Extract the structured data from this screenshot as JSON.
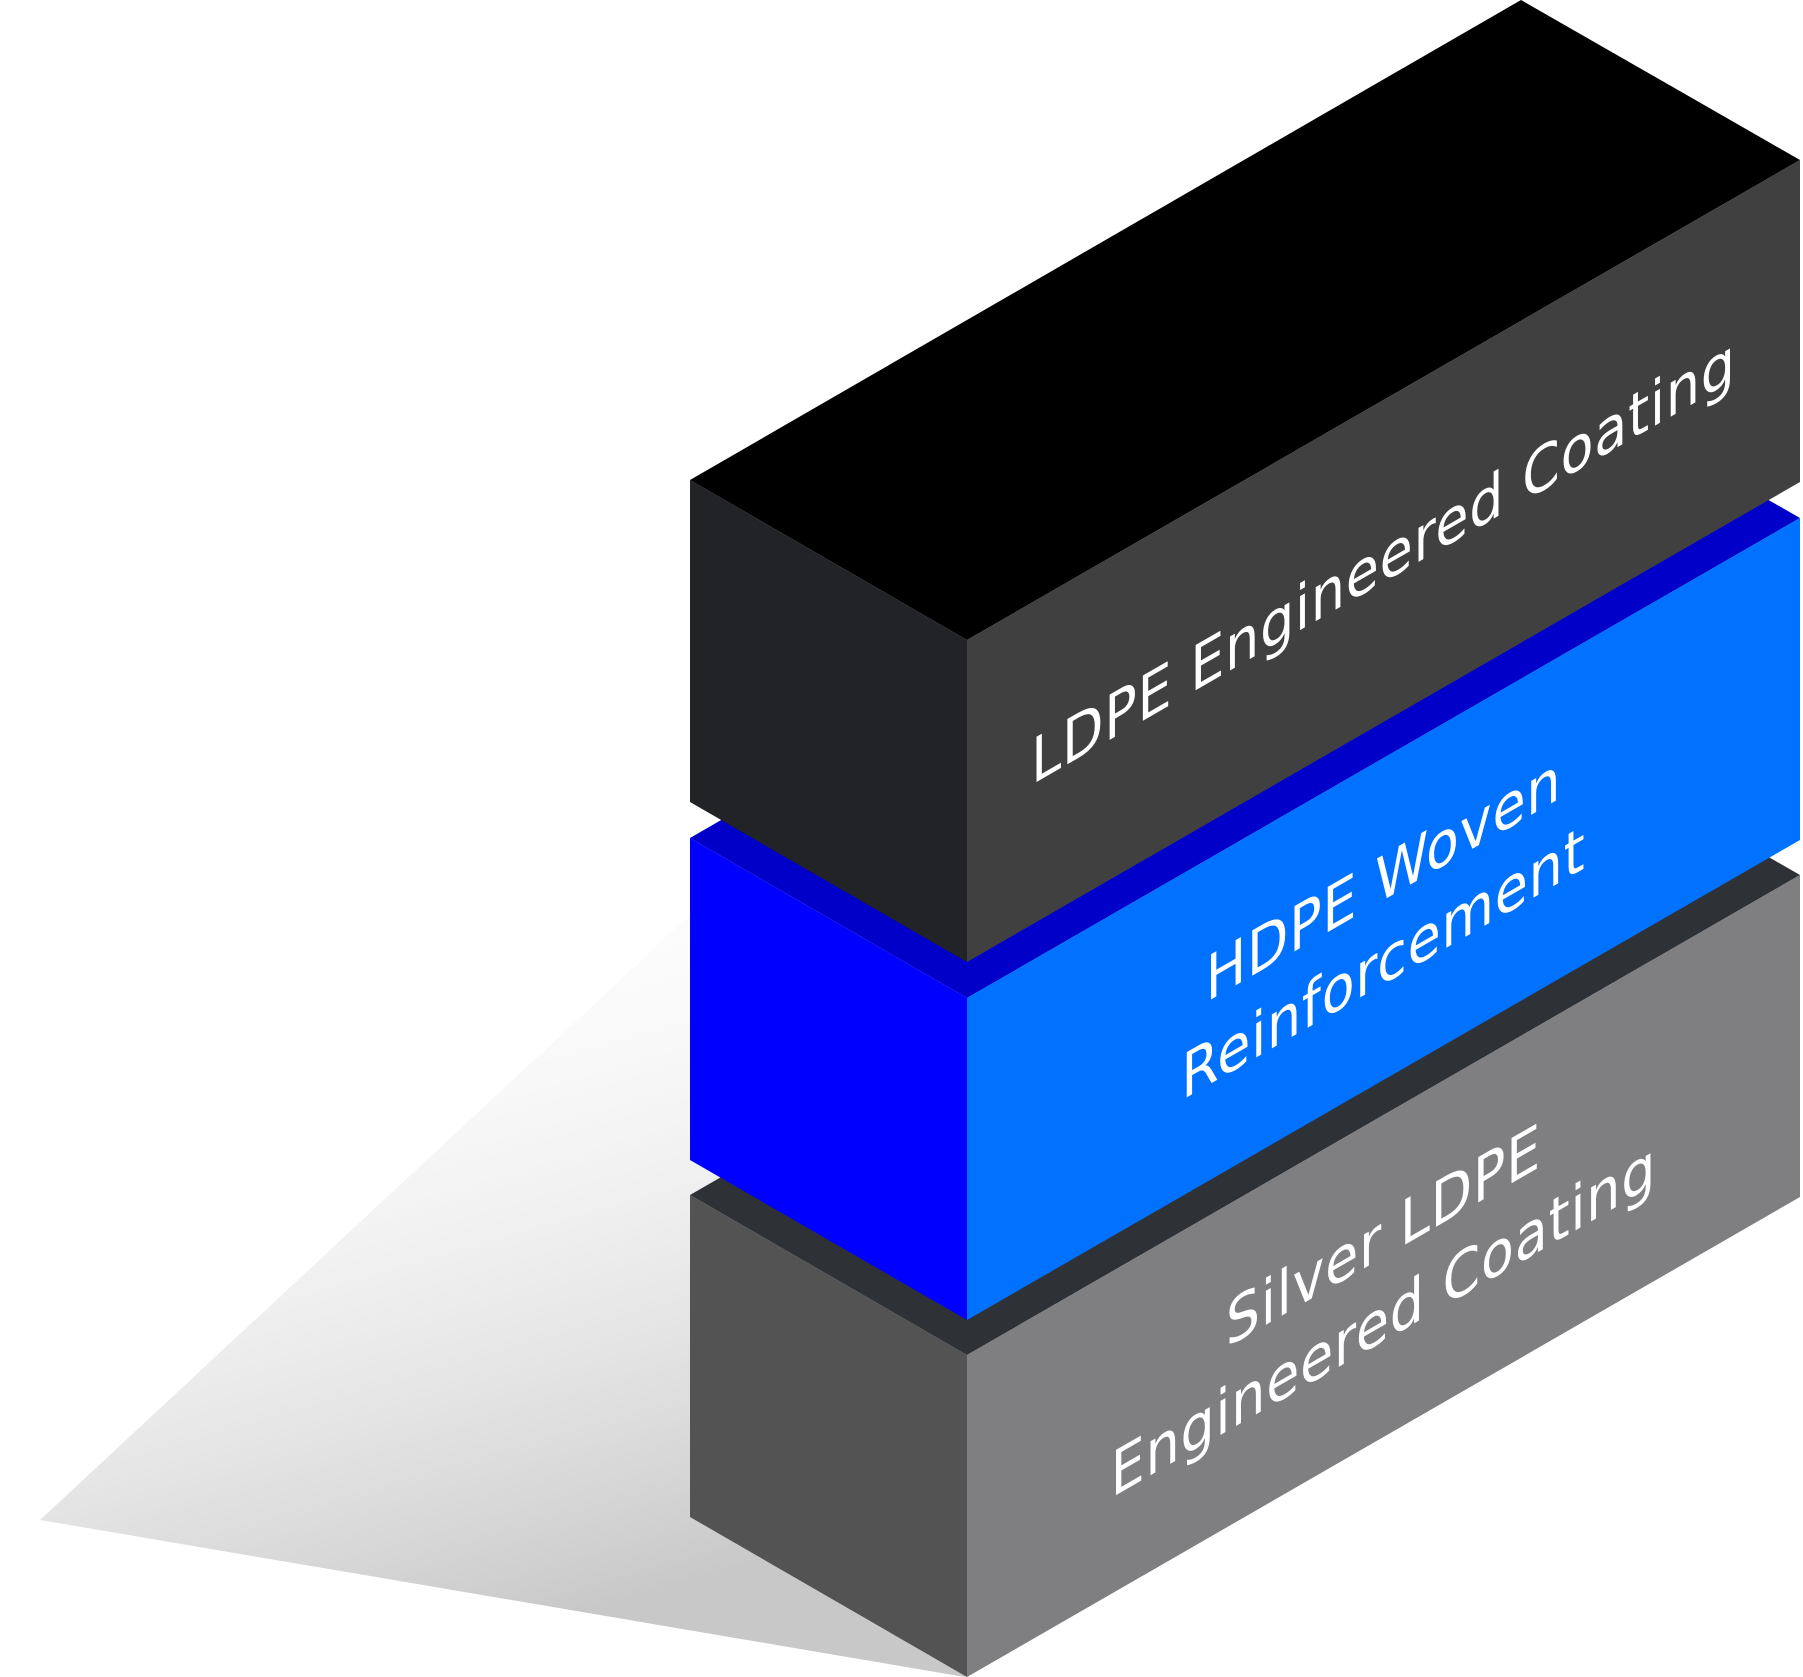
{
  "layers": {
    "top": {
      "label": "LDPE Engineered Coating",
      "colors": {
        "top_face": "#000000",
        "left_face": "#212326",
        "right_face": "#404040"
      }
    },
    "middle": {
      "label_line1": "HDPE Woven",
      "label_line2": "Reinforcement",
      "colors": {
        "top_face": "#0000c8",
        "left_face": "#0000ff",
        "right_face": "#0072ff"
      }
    },
    "bottom": {
      "label_line1": "Silver LDPE",
      "label_line2": "Engineered Coating",
      "colors": {
        "top_face": "#2e3236",
        "left_face": "#535353",
        "right_face": "#7f7e80"
      }
    }
  },
  "shadow_color": "#cfcfcf"
}
